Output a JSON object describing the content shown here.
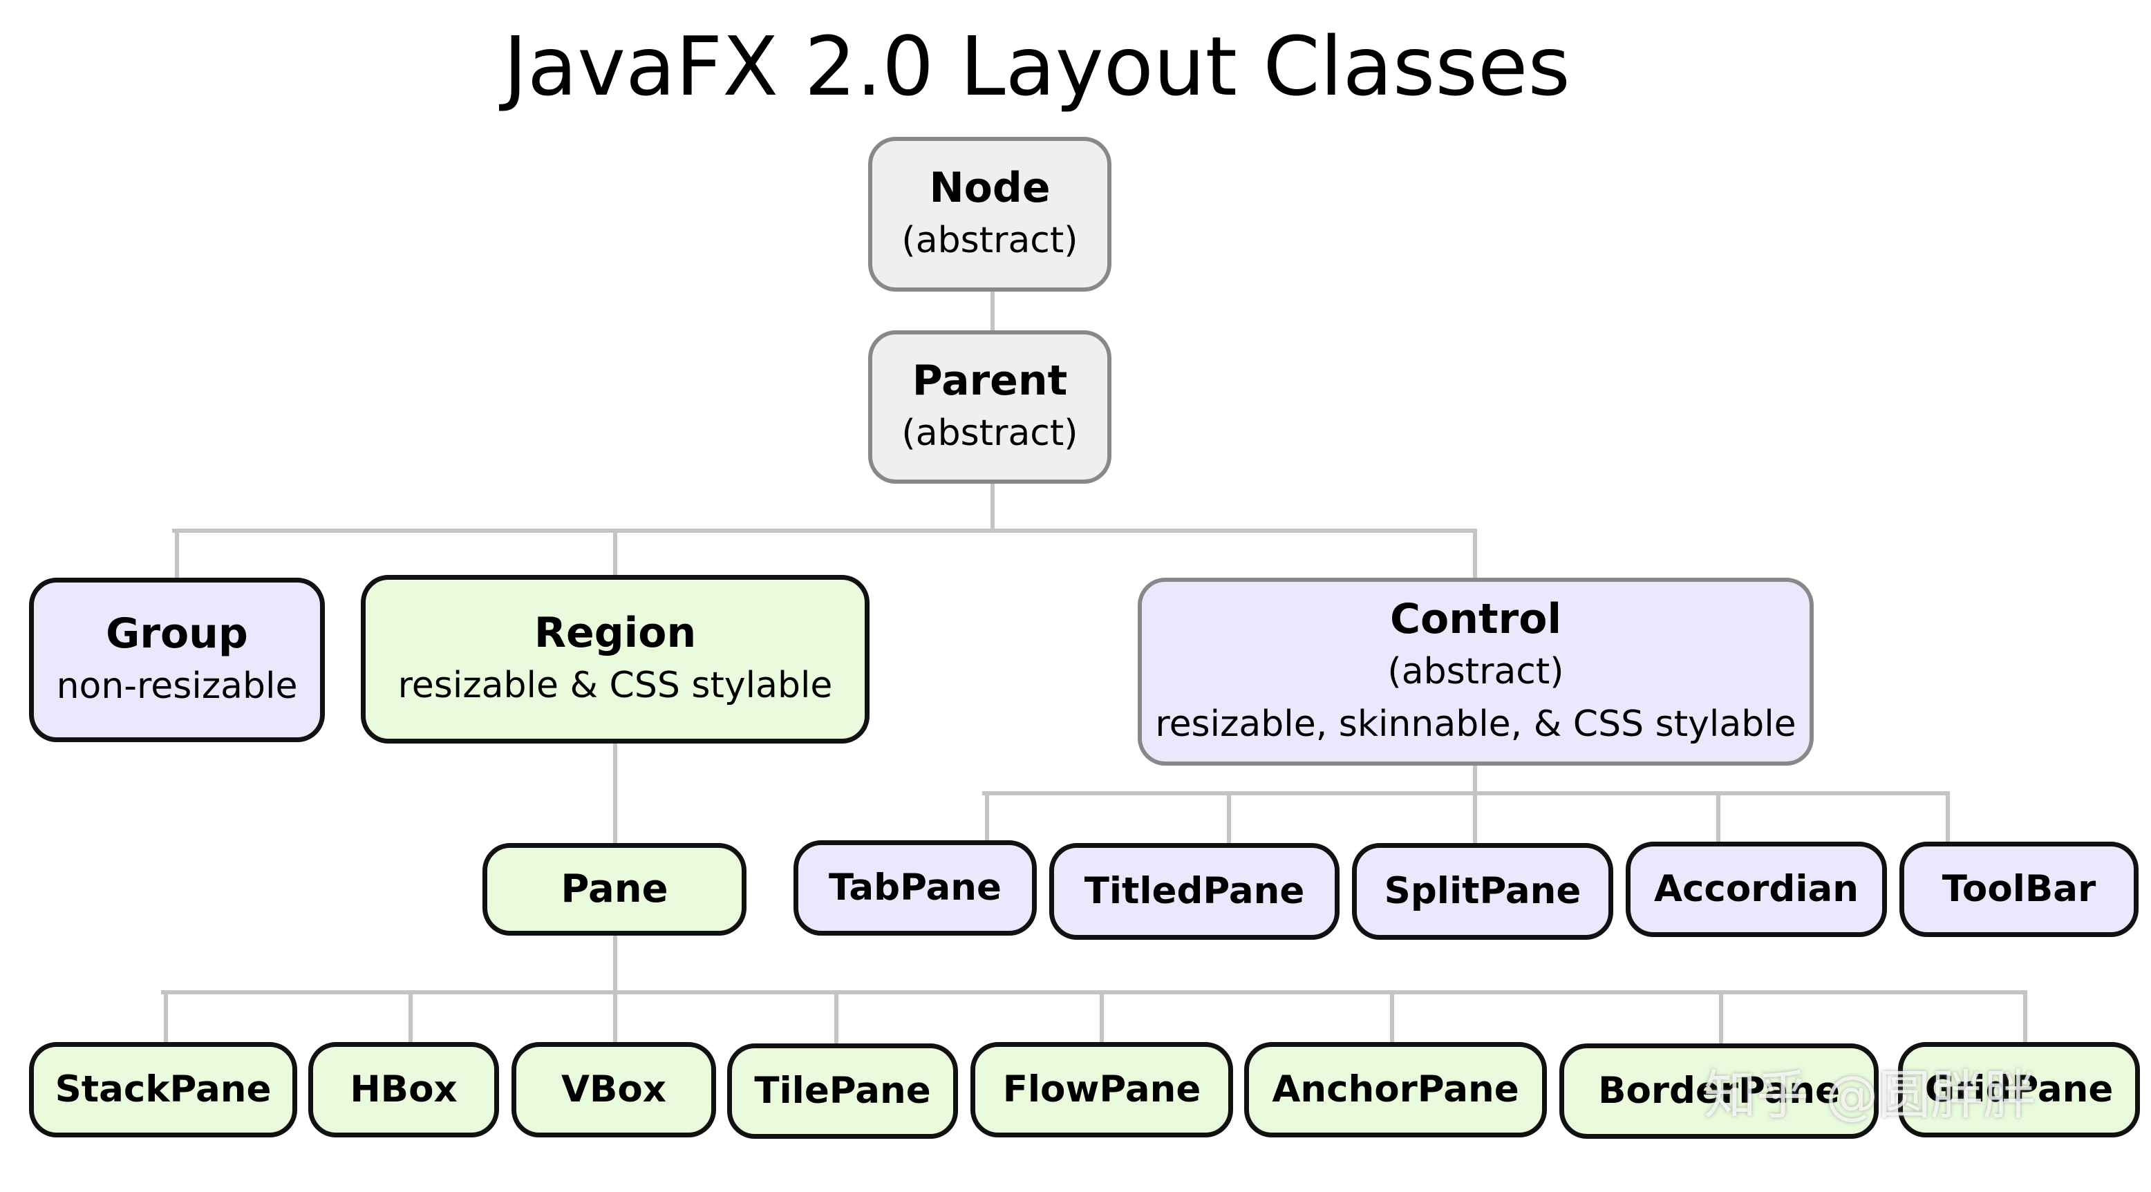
{
  "title": "JavaFX 2.0 Layout Classes",
  "nodes": {
    "node": {
      "name": "Node",
      "sub": "(abstract)"
    },
    "parent": {
      "name": "Parent",
      "sub": "(abstract)"
    },
    "group": {
      "name": "Group",
      "sub": "non-resizable"
    },
    "region": {
      "name": "Region",
      "sub": "resizable & CSS stylable"
    },
    "control": {
      "name": "Control",
      "sub": "(abstract)",
      "sub2": "resizable, skinnable, & CSS stylable"
    },
    "pane": {
      "name": "Pane"
    },
    "tabpane": {
      "name": "TabPane"
    },
    "titledpane": {
      "name": "TitledPane"
    },
    "splitpane": {
      "name": "SplitPane"
    },
    "accordian": {
      "name": "Accordian"
    },
    "toolbar": {
      "name": "ToolBar"
    },
    "stackpane": {
      "name": "StackPane"
    },
    "hbox": {
      "name": "HBox"
    },
    "vbox": {
      "name": "VBox"
    },
    "tilepane": {
      "name": "TilePane"
    },
    "flowpane": {
      "name": "FlowPane"
    },
    "anchorpane": {
      "name": "AnchorPane"
    },
    "borderpane": {
      "name": "BorderPane"
    },
    "gridpane": {
      "name": "GridPane"
    }
  },
  "edges": [
    [
      "node",
      "parent"
    ],
    [
      "parent",
      "group"
    ],
    [
      "parent",
      "region"
    ],
    [
      "parent",
      "control"
    ],
    [
      "region",
      "pane"
    ],
    [
      "control",
      "tabpane"
    ],
    [
      "control",
      "titledpane"
    ],
    [
      "control",
      "splitpane"
    ],
    [
      "control",
      "accordian"
    ],
    [
      "control",
      "toolbar"
    ],
    [
      "pane",
      "stackpane"
    ],
    [
      "pane",
      "hbox"
    ],
    [
      "pane",
      "vbox"
    ],
    [
      "pane",
      "tilepane"
    ],
    [
      "pane",
      "flowpane"
    ],
    [
      "pane",
      "anchorpane"
    ],
    [
      "pane",
      "borderpane"
    ],
    [
      "pane",
      "gridpane"
    ]
  ],
  "colors": {
    "abstract_fill": "#efefef",
    "group_fill": "#ebe8fd",
    "region_fill": "#e9fbdc",
    "control_fill": "#ebe8fd",
    "connector": "#c4c4c4"
  },
  "watermark": "知乎 @圆胖胖"
}
